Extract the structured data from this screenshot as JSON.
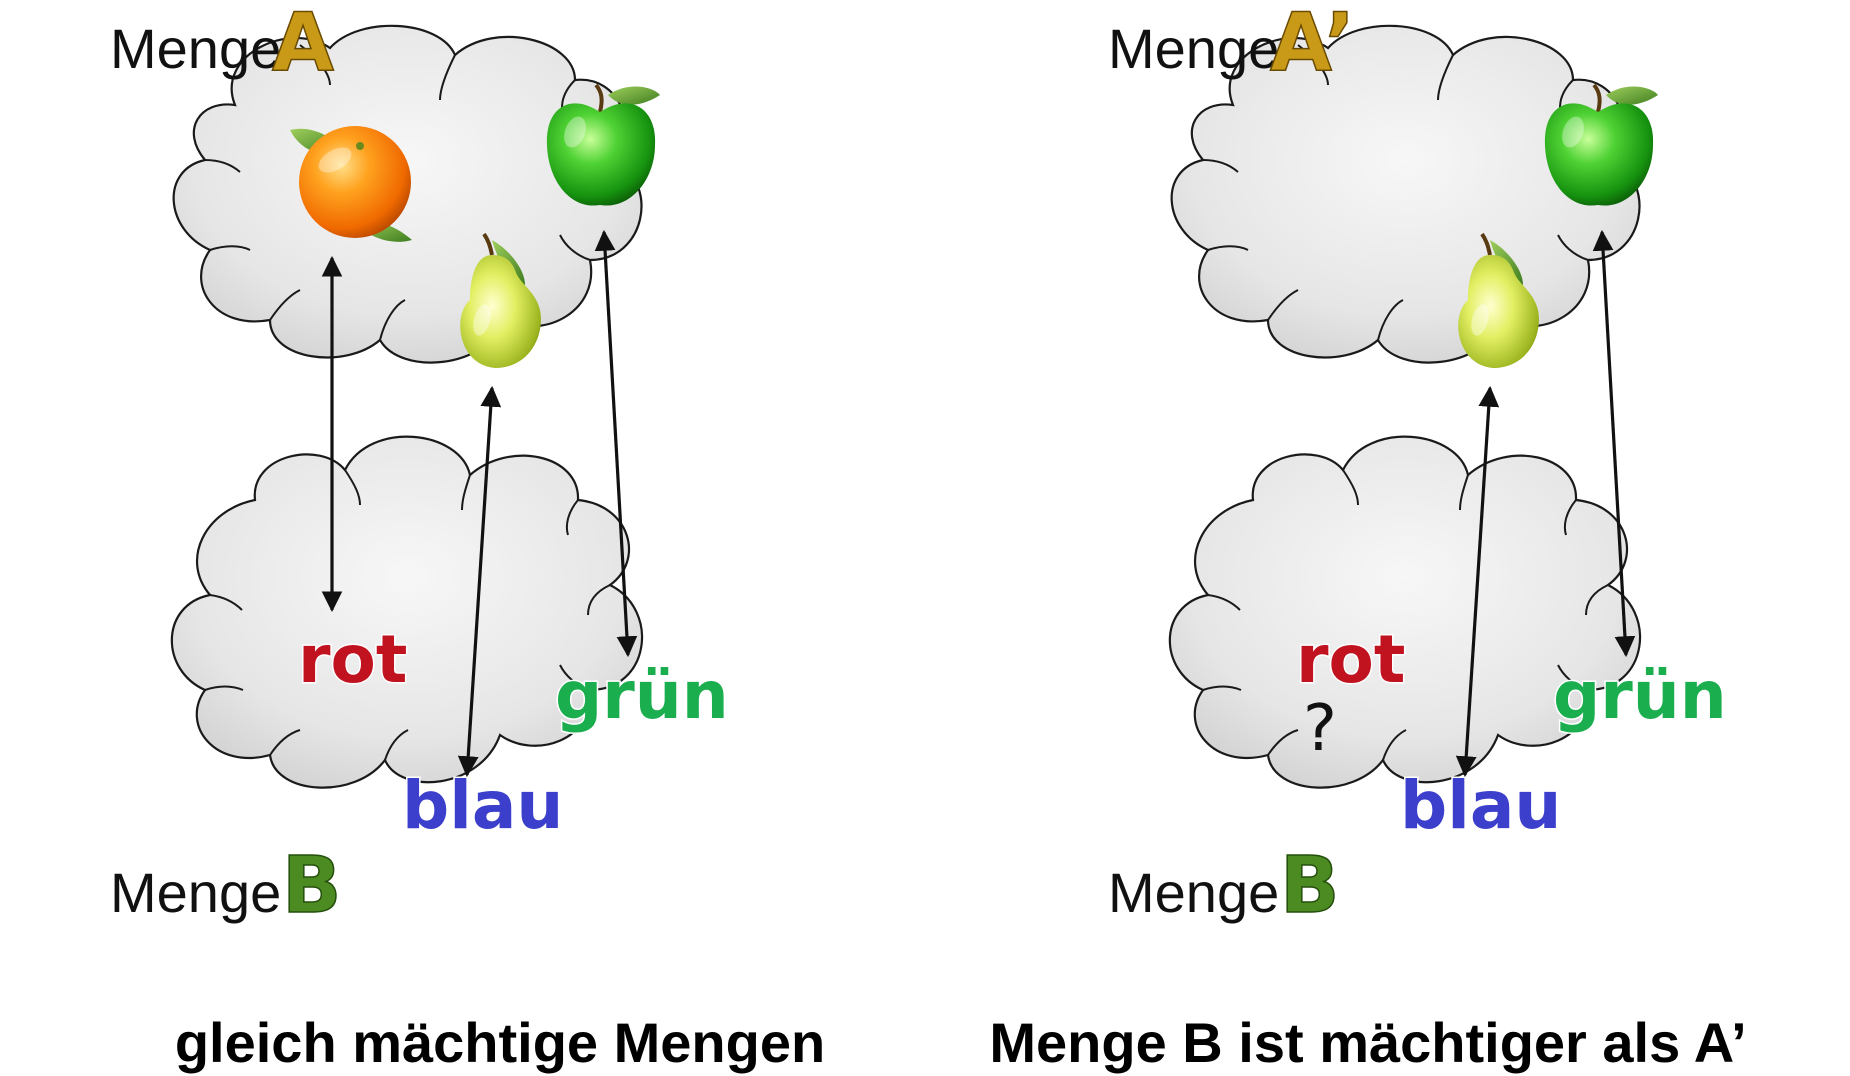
{
  "left_panel": {
    "set_a": {
      "label": "Menge",
      "letter": "A"
    },
    "set_b": {
      "label": "Menge",
      "letter": "B"
    },
    "words": {
      "red": "rot",
      "green": "grün",
      "blue": "blau"
    },
    "fruits": [
      "orange-icon",
      "apple-icon",
      "pear-icon"
    ],
    "mappings": [
      {
        "from": "orange",
        "to": "rot"
      },
      {
        "from": "pear",
        "to": "blau"
      },
      {
        "from": "apple",
        "to": "grün"
      }
    ],
    "caption": "gleich mächtige Mengen"
  },
  "right_panel": {
    "set_a": {
      "label": "Menge",
      "letter": "A’"
    },
    "set_b": {
      "label": "Menge",
      "letter": "B"
    },
    "words": {
      "red": "rot",
      "green": "grün",
      "blue": "blau"
    },
    "unmatched_marker": "?",
    "fruits": [
      "apple-icon",
      "pear-icon"
    ],
    "mappings": [
      {
        "from": "pear",
        "to": "blau"
      },
      {
        "from": "apple",
        "to": "grün"
      }
    ],
    "caption": "Menge B ist mächtiger als A’"
  },
  "colors": {
    "letter_a": "#c99a18",
    "letter_b": "#4c8a22",
    "rot": "#c1121f",
    "blau": "#3b3fcc",
    "gruen": "#1aae4e",
    "cloud_fill": "#e4e4e4"
  }
}
